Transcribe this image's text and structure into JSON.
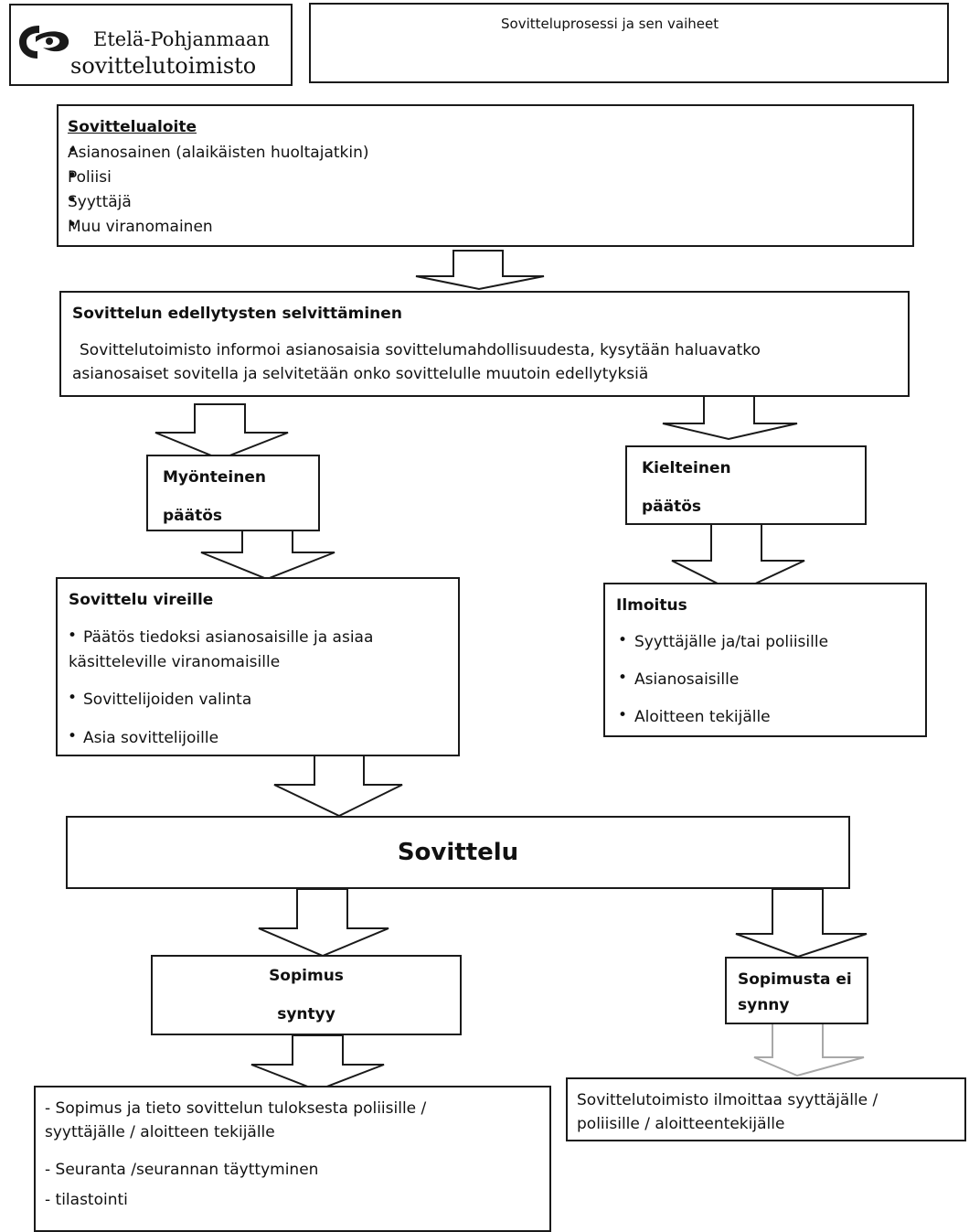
{
  "header": {
    "logo_line1": "Etelä-Pohjanmaan",
    "logo_line2": "sovittelutoimisto",
    "title": "Sovitteluprosessi ja sen vaiheet"
  },
  "initiative": {
    "title": "Sovittelualoite",
    "items": [
      "Asianosainen (alaikäisten huoltajatkin)",
      "Poliisi",
      "Syyttäjä",
      "Muu viranomainen"
    ]
  },
  "preconditions": {
    "title": "Sovittelun edellytysten selvittäminen",
    "line1": "Sovittelutoimisto informoi asianosaisia sovittelumahdollisuudesta, kysytään haluavatko",
    "line2": "asianosaiset sovitella ja selvitetään onko sovittelulle muutoin edellytyksiä"
  },
  "positive": {
    "line1": "Myönteinen",
    "line2": "päätös"
  },
  "negative": {
    "line1": "Kielteinen",
    "line2": "päätös"
  },
  "pending": {
    "title": "Sovittelu vireille",
    "item1_line1": "Päätös tiedoksi asianosaisille ja asiaa",
    "item1_line2": "käsitteleville viranomaisille",
    "item2": "Sovittelijoiden valinta",
    "item3": "Asia sovittelijoille"
  },
  "notice": {
    "title": "Ilmoitus",
    "items": [
      "Syyttäjälle ja/tai poliisille",
      "Asianosaisille",
      "Aloitteen tekijälle"
    ]
  },
  "mediation": {
    "title": "Sovittelu"
  },
  "agreement": {
    "line1": "Sopimus",
    "line2": "syntyy"
  },
  "no_agreement": {
    "line1": "Sopimusta ei",
    "line2": "synny"
  },
  "after_agreement": {
    "item1_line1": "- Sopimus ja tieto sovittelun tuloksesta poliisille /",
    "item1_line2": "syyttäjälle / aloitteen tekijälle",
    "item2": "- Seuranta /seurannan täyttyminen",
    "item3": "- tilastointi"
  },
  "after_no_agreement": {
    "line1": "Sovittelutoimisto ilmoittaa syyttäjälle /",
    "line2": "poliisille / aloitteentekijälle"
  },
  "colors": {
    "line": "#1a1a1a",
    "faded_arrow": "#a8a8a8",
    "logo": "#1a1a1a"
  }
}
